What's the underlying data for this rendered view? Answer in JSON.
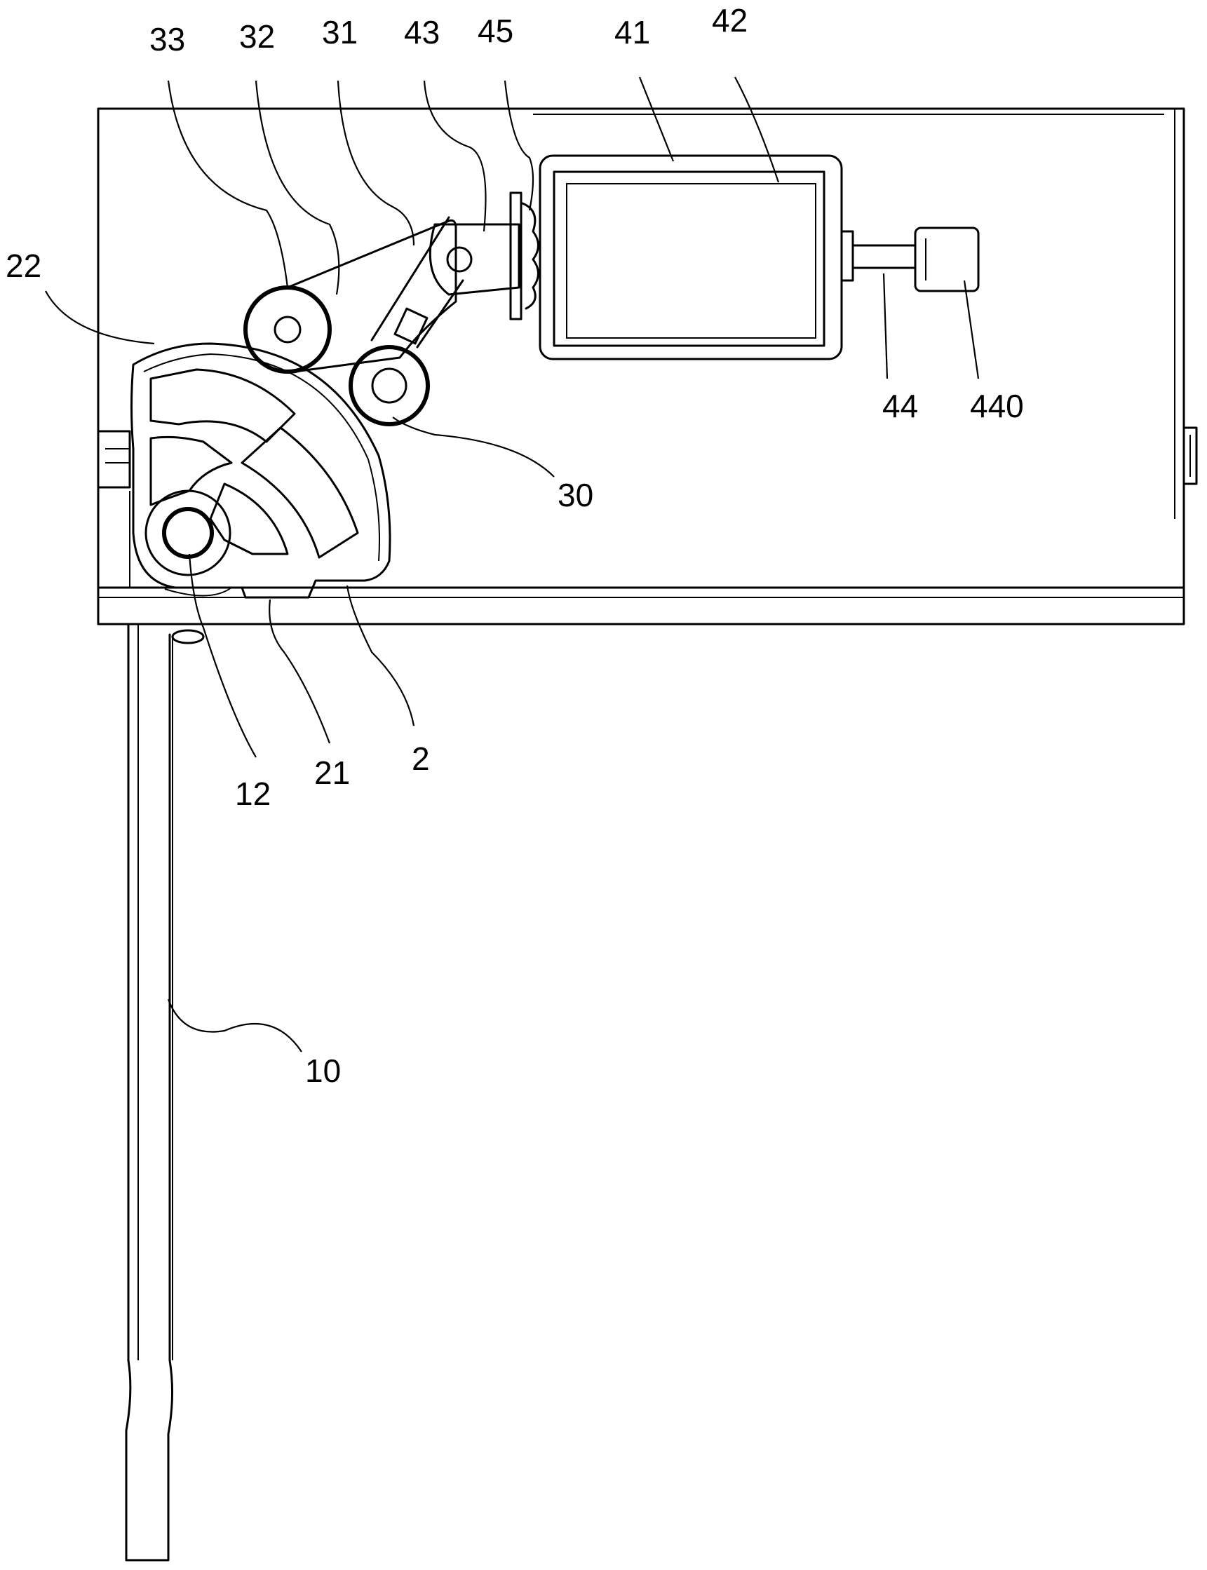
{
  "labels": {
    "l33": "33",
    "l32": "32",
    "l31": "31",
    "l43": "43",
    "l45": "45",
    "l41": "41",
    "l42": "42",
    "l22": "22",
    "l44": "44",
    "l440": "440",
    "l30": "30",
    "l12": "12",
    "l21": "21",
    "l2": "2",
    "l10": "10"
  }
}
